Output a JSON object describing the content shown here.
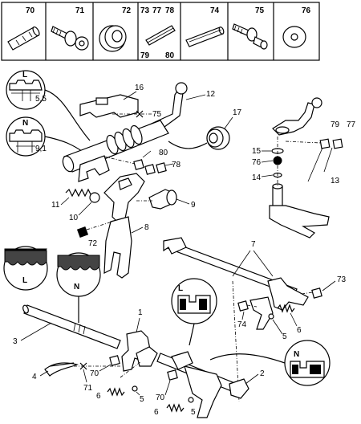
{
  "legend": {
    "cells": [
      {
        "numbers": [
          "70"
        ],
        "icon": "roll-pin-icon"
      },
      {
        "numbers": [
          "71"
        ],
        "icon": "bolt-washer-icon"
      },
      {
        "numbers": [
          "72"
        ],
        "icon": "oil-seal-icon"
      },
      {
        "numbers": [
          "73",
          "77",
          "78",
          "79",
          "80"
        ],
        "icon": "split-pin-icon"
      },
      {
        "numbers": [
          "74"
        ],
        "icon": "spring-pin-icon"
      },
      {
        "numbers": [
          "75"
        ],
        "icon": "bolt-spacer-icon"
      },
      {
        "numbers": [
          "76"
        ],
        "icon": "flat-washer-icon"
      }
    ]
  },
  "insets": {
    "top_left_L": {
      "letter": "L",
      "dimension": "5,5"
    },
    "top_left_N": {
      "letter": "N",
      "dimension": "9,1"
    },
    "rack_L": {
      "letter": "L"
    },
    "rack_N": {
      "letter": "N"
    },
    "gear_L": {
      "letter": "L"
    },
    "gear_N": {
      "letter": "N"
    }
  },
  "callouts": {
    "c16": "16",
    "c12": "12",
    "c75": "75",
    "c17": "17",
    "c80": "80",
    "c78": "78",
    "c11": "11",
    "c10": "10",
    "c9": "9",
    "c72": "72",
    "c8": "8",
    "c79": "79",
    "c77": "77",
    "c15": "15",
    "c76": "76",
    "c14": "14",
    "c13": "13",
    "c7": "7",
    "c73": "73",
    "c74": "74",
    "c5a": "5",
    "c6a": "6",
    "c1": "1",
    "c3": "3",
    "c4": "4",
    "c71": "71",
    "c70a": "70",
    "c6b": "6",
    "c5b": "5",
    "c70b": "70",
    "c6c": "6",
    "c5c": "5",
    "c2": "2"
  }
}
